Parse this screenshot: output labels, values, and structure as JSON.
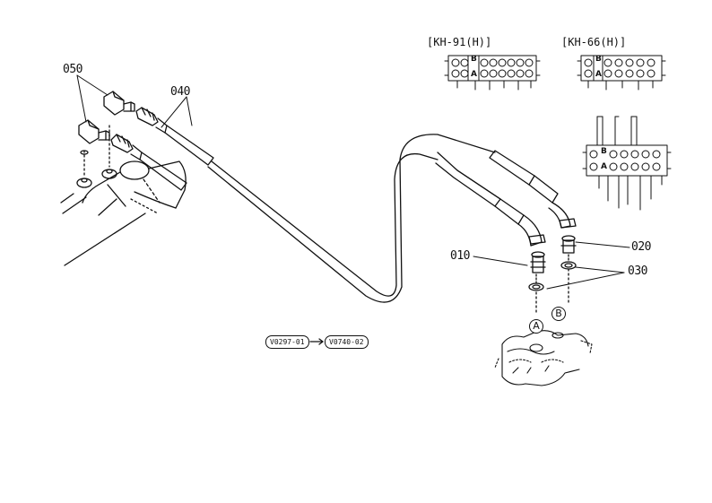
{
  "callouts": {
    "p050": "050",
    "p040": "040",
    "p010": "010",
    "p020": "020",
    "p030": "030"
  },
  "valves": {
    "kh91": {
      "label": "[KH-91(H)]",
      "port_b": "B",
      "port_a": "A"
    },
    "kh66": {
      "label": "[KH-66(H)]",
      "port_b": "B",
      "port_a": "A"
    },
    "third": {
      "port_b": "B",
      "port_a": "A"
    }
  },
  "ports": {
    "a": "A",
    "b": "B"
  },
  "serial_ref": {
    "from": "V0297-01",
    "to": "V0740-02"
  },
  "line_color": "#111111"
}
